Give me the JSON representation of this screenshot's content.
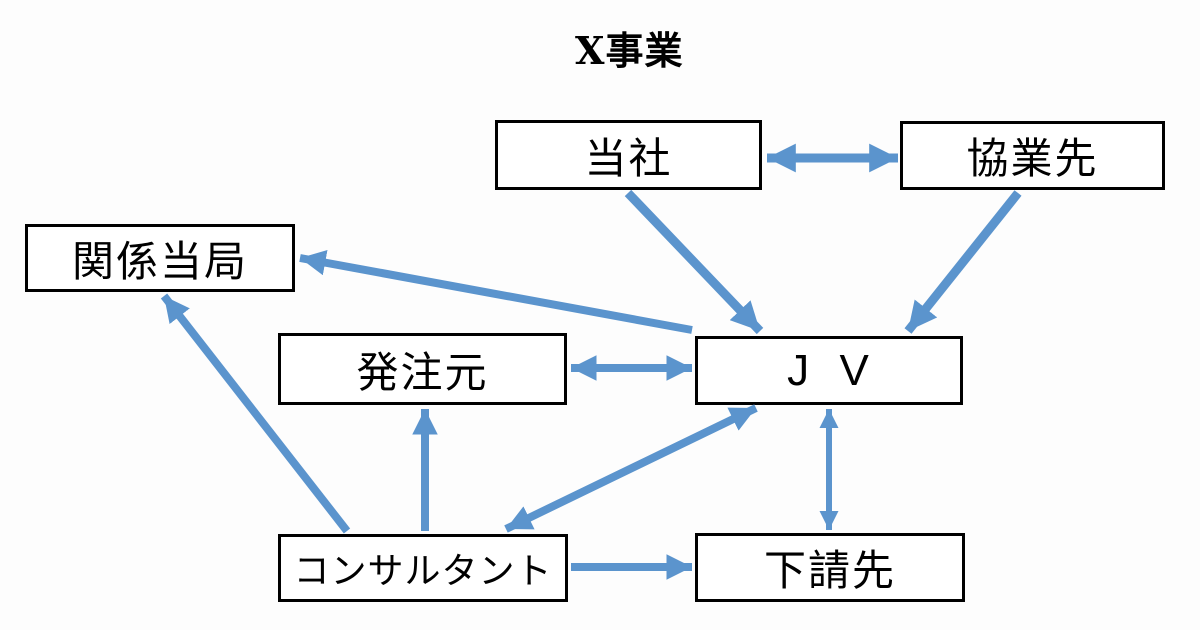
{
  "title": "X事業",
  "nodes": {
    "our_company": {
      "label": "当社"
    },
    "partner": {
      "label": "協業先"
    },
    "authorities": {
      "label": "関係当局"
    },
    "orderer": {
      "label": "発注元"
    },
    "jv": {
      "label": "J  V"
    },
    "consultant": {
      "label": "コンサルタント"
    },
    "subcontractor": {
      "label": "下請先"
    }
  },
  "edges": [
    {
      "from": "当社",
      "to": "協業先",
      "arrow": "double"
    },
    {
      "from": "当社",
      "to": "JV",
      "arrow": "single"
    },
    {
      "from": "協業先",
      "to": "JV",
      "arrow": "single"
    },
    {
      "from": "JV",
      "to": "関係当局",
      "arrow": "single"
    },
    {
      "from": "発注元",
      "to": "JV",
      "arrow": "double"
    },
    {
      "from": "コンサルタント",
      "to": "関係当局",
      "arrow": "single"
    },
    {
      "from": "コンサルタント",
      "to": "発注元",
      "arrow": "single"
    },
    {
      "from": "JV",
      "to": "コンサルタント",
      "arrow": "double"
    },
    {
      "from": "JV",
      "to": "下請先",
      "arrow": "double"
    },
    {
      "from": "コンサルタント",
      "to": "下請先",
      "arrow": "single"
    }
  ],
  "colors": {
    "arrow": "#5b94cd",
    "node_border": "#000000",
    "node_fill": "#ffffff",
    "background": "#fdfdfd"
  }
}
